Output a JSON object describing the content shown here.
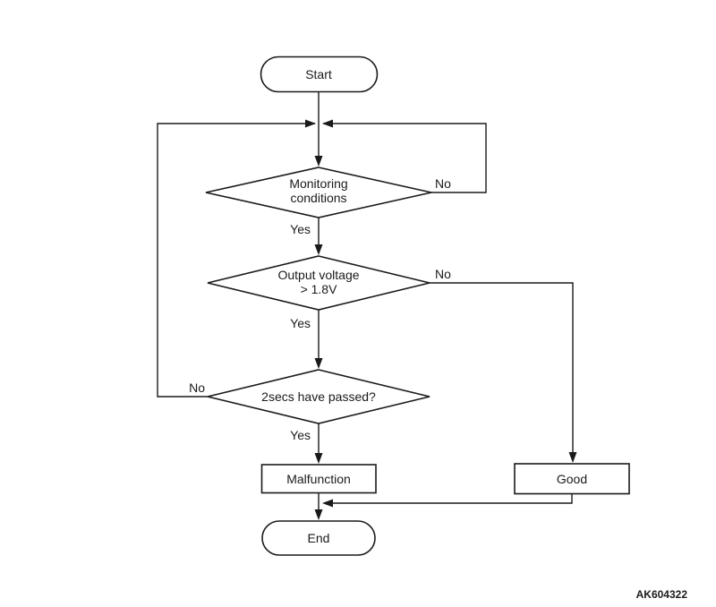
{
  "diagram": {
    "figure_id": "AK604322",
    "colors": {
      "line": "#1a1a1a",
      "shape_fill": "#ffffff",
      "background": "#ffffff"
    },
    "nodes": {
      "start": {
        "type": "terminator",
        "label": "Start"
      },
      "monitoring": {
        "type": "decision",
        "line1": "Monitoring",
        "line2": "conditions"
      },
      "output_voltage": {
        "type": "decision",
        "line1": "Output voltage",
        "line2": "> 1.8V"
      },
      "two_secs": {
        "type": "decision",
        "label": "2secs have passed?"
      },
      "malfunction": {
        "type": "process",
        "label": "Malfunction"
      },
      "good": {
        "type": "process",
        "label": "Good"
      },
      "end": {
        "type": "terminator",
        "label": "End"
      }
    },
    "edge_labels": {
      "monitoring_no": "No",
      "monitoring_yes": "Yes",
      "output_voltage_no": "No",
      "output_voltage_yes": "Yes",
      "two_secs_no": "No",
      "two_secs_yes": "Yes"
    }
  }
}
